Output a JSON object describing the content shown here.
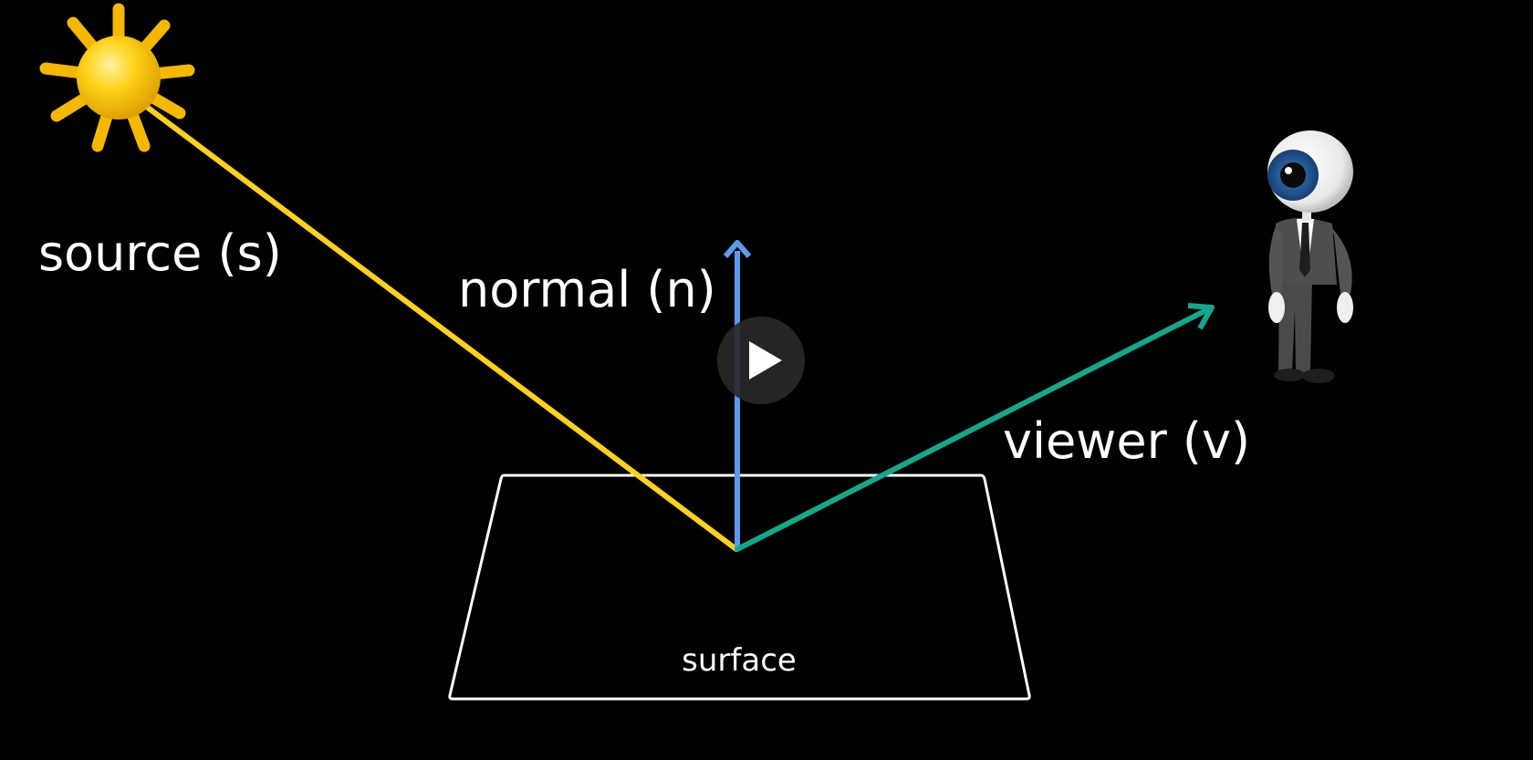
{
  "labels": {
    "source": "source (s)",
    "normal": "normal (n)",
    "viewer": "viewer (v)",
    "surface": "surface"
  },
  "icons": {
    "sun": "sun-icon",
    "viewer": "eyeball-person-icon",
    "play": "play-icon"
  },
  "colors": {
    "background": "#000000",
    "source_ray": "#FFD21A",
    "normal_vector": "#5B9BEF",
    "viewer_ray": "#13A88A",
    "surface_outline": "#FFFFFF",
    "sun": "#F5B800",
    "label": "#FFFFFF"
  }
}
